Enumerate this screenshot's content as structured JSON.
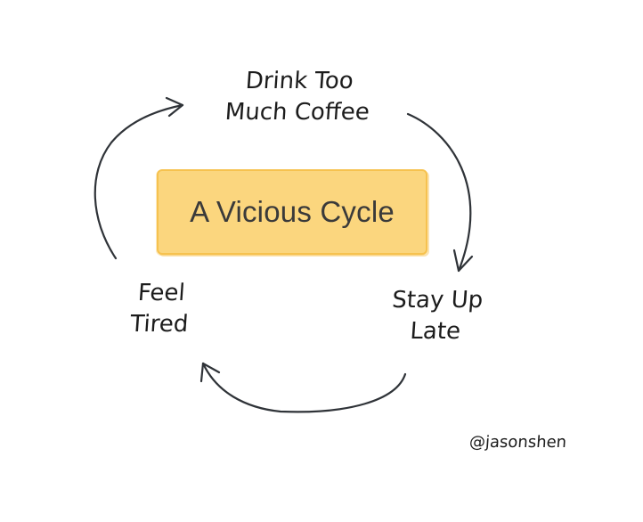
{
  "diagram": {
    "center_title": "A Vicious Cycle",
    "nodes": {
      "top": [
        "Drink Too",
        "Much Coffee"
      ],
      "right": [
        "Stay Up",
        "Late"
      ],
      "left": [
        "Feel",
        "Tired"
      ]
    },
    "credit": "@jasonshen"
  },
  "colors": {
    "box_fill": "#fbd67e",
    "box_border": "#f6c24f",
    "arrow": "#2f3338",
    "text": "#1c1c1c"
  }
}
